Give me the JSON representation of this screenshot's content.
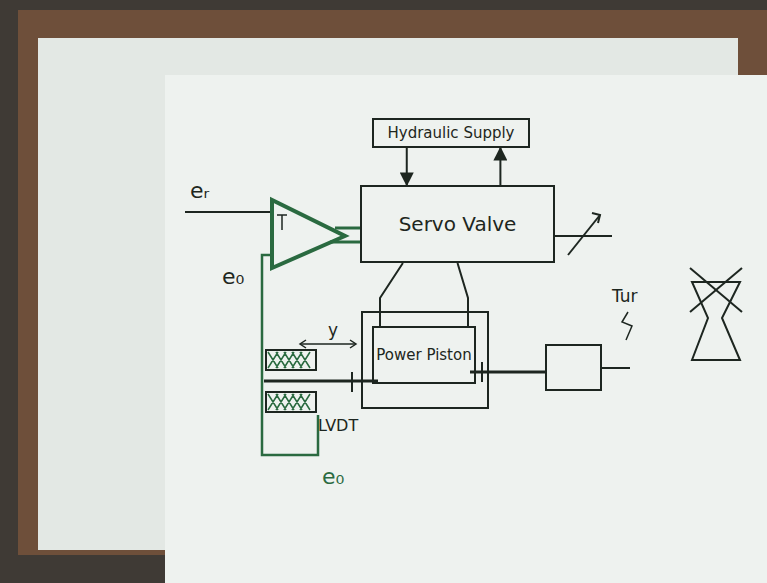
{
  "diagram": {
    "nodes": [
      {
        "text": [
          "Hydraulic Supply"
        ]
      },
      {
        "text": [
          "Servo Valve"
        ]
      },
      {
        "text": [
          "Power Piston"
        ]
      }
    ],
    "edges": [
      {
        "from": 0,
        "to": 1,
        "arrow": "to"
      },
      {
        "from": 1,
        "to": 0,
        "arrow": "to"
      },
      {
        "from": 1,
        "to": 2,
        "arrow": "none"
      },
      {
        "from": 1,
        "to": 2,
        "arrow": "none"
      }
    ],
    "labels": [
      "eᵣ",
      "e₀",
      "y",
      "LVDT",
      "e₀",
      "Tur"
    ]
  }
}
